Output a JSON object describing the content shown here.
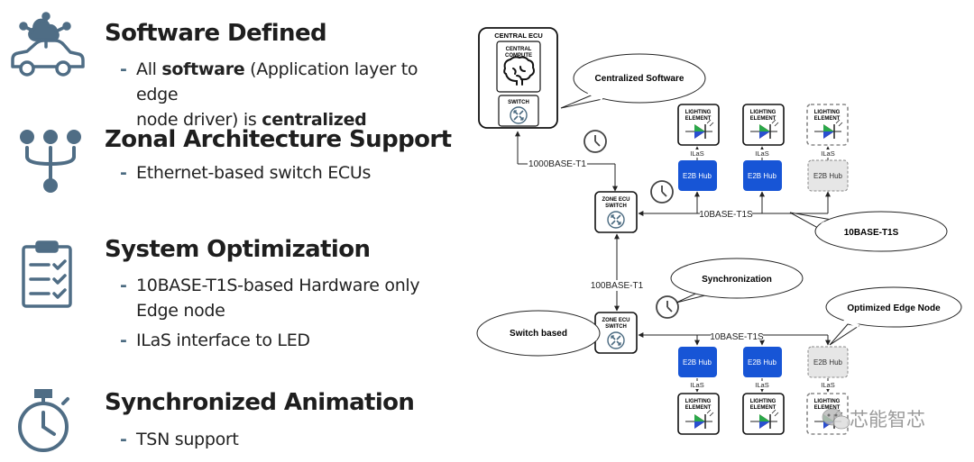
{
  "features": [
    {
      "title": "Software Defined",
      "bullet": {
        "prefix": "All ",
        "strong1": "software",
        "mid": " (Application layer to edge",
        "line2": "node driver) is ",
        "strong2": "centralized"
      }
    },
    {
      "title": "Zonal Architecture Support",
      "bullets": [
        "Ethernet-based switch ECUs"
      ]
    },
    {
      "title": "System Optimization",
      "bullets": [
        "10BASE-T1S-based Hardware only",
        "Edge node",
        "ILaS interface to LED"
      ]
    },
    {
      "title": "Synchronized Animation",
      "bullets": [
        "TSN support"
      ]
    }
  ],
  "diagram": {
    "central_ecu": {
      "title": "CENTRAL ECU",
      "compute_line1": "CENTRAL",
      "compute_line2": "COMPUTE",
      "switch": "SWITCH"
    },
    "zone1": {
      "line1": "ZONE ECU",
      "line2": "SWITCH"
    },
    "zone2": {
      "line1": "ZONE ECU",
      "line2": "SWITCH"
    },
    "links": {
      "top": "1000BASE-T1",
      "mid": "100BASE-T1",
      "bus_top": "10BASE-T1S",
      "bus_bottom": "10BASE-T1S"
    },
    "hub_label": "E2B Hub",
    "ilas": "ILaS",
    "lighting_line1": "LIGHTING",
    "lighting_line2": "ELEMENT",
    "callouts": {
      "centralized": "Centralized Software",
      "t1s": "10BASE-T1S",
      "sync": "Synchronization",
      "optimized": "Optimized Edge Node",
      "switch_based": "Switch based"
    },
    "colors": {
      "hub": "#1755d6",
      "hub_dashed": "#e6e6e6",
      "icon": "#4f6d85"
    }
  },
  "watermark": "芯能智芯"
}
